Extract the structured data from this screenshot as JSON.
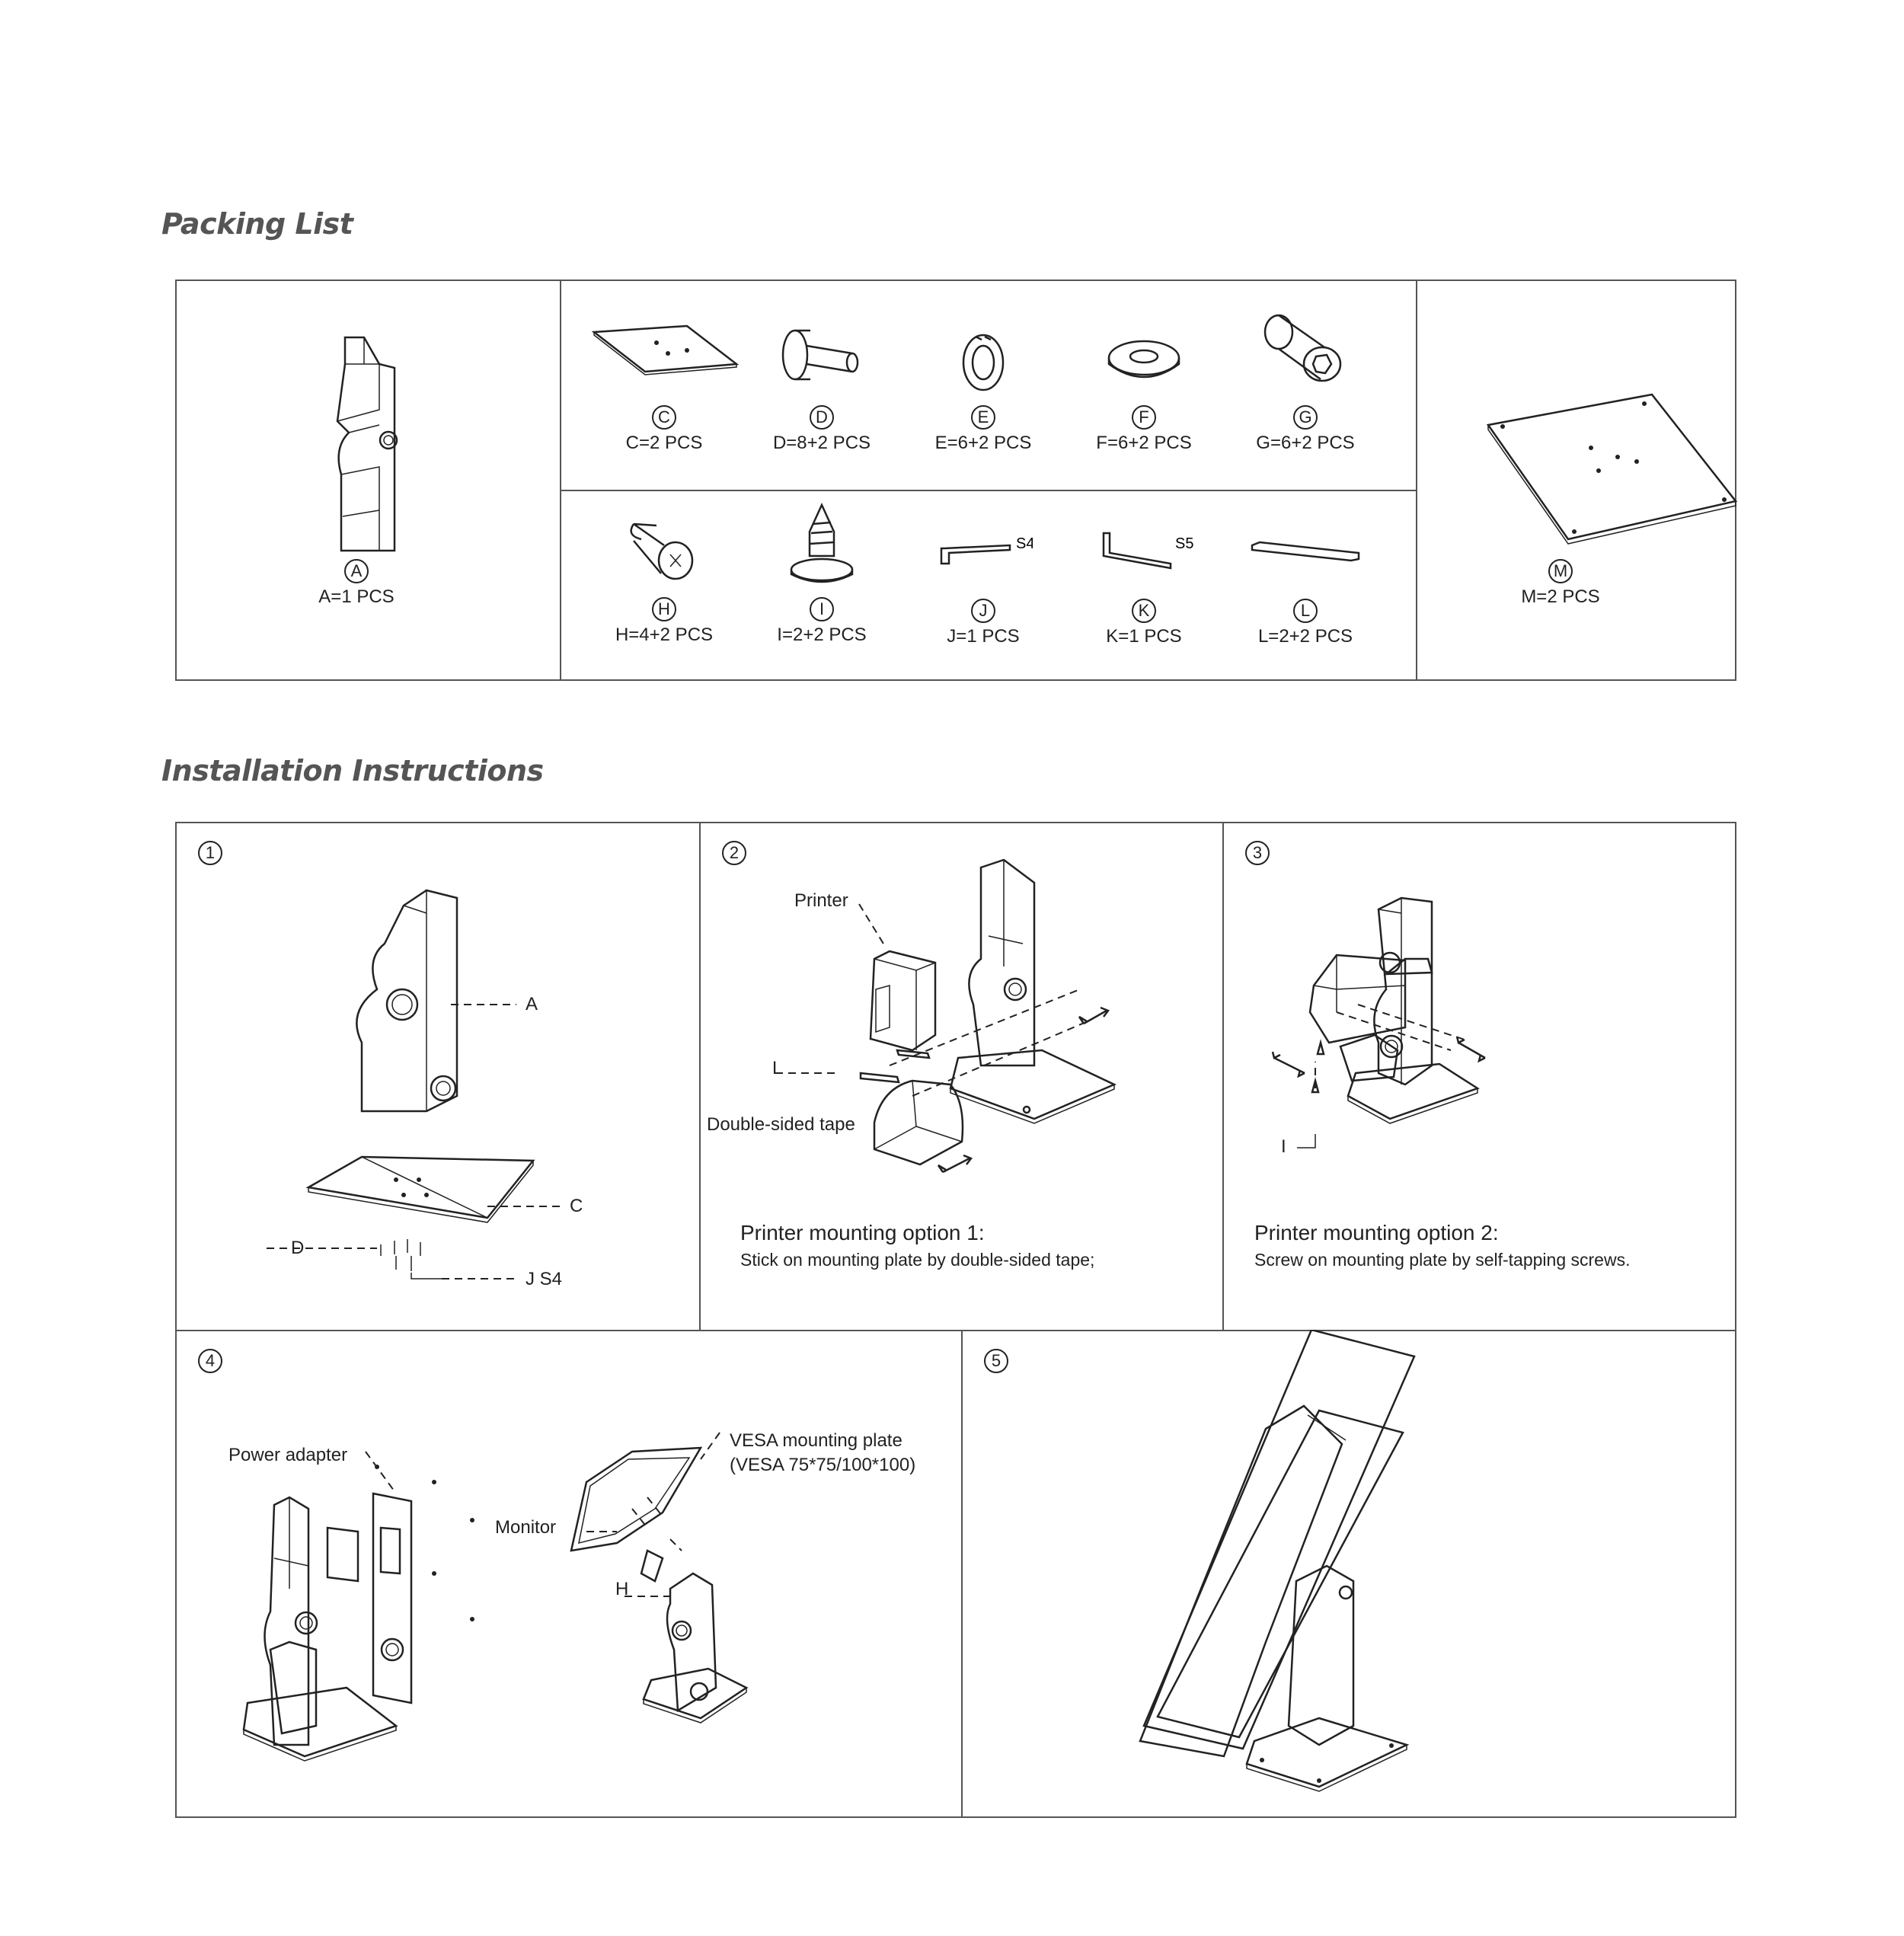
{
  "packing_list": {
    "title": "Packing List",
    "parts": {
      "A": {
        "letter": "A",
        "qty": "A=1 PCS"
      },
      "C": {
        "letter": "C",
        "qty": "C=2 PCS"
      },
      "D": {
        "letter": "D",
        "qty": "D=8+2 PCS"
      },
      "E": {
        "letter": "E",
        "qty": "E=6+2 PCS"
      },
      "F": {
        "letter": "F",
        "qty": "F=6+2 PCS"
      },
      "G": {
        "letter": "G",
        "qty": "G=6+2 PCS"
      },
      "H": {
        "letter": "H",
        "qty": "H=4+2 PCS"
      },
      "I": {
        "letter": "I",
        "qty": "I=2+2 PCS"
      },
      "J": {
        "letter": "J",
        "qty": "J=1 PCS",
        "tag": "S4"
      },
      "K": {
        "letter": "K",
        "qty": "K=1 PCS",
        "tag": "S5"
      },
      "L": {
        "letter": "L",
        "qty": "L=2+2 PCS"
      },
      "M": {
        "letter": "M",
        "qty": "M=2 PCS"
      }
    }
  },
  "installation": {
    "title": "Installation Instructions",
    "step1": {
      "number": "1",
      "label_a": "A",
      "label_c": "C",
      "label_d": "D",
      "label_j": "J S4"
    },
    "step2": {
      "number": "2",
      "label_printer": "Printer",
      "label_l": "L",
      "label_tape": "Double-sided tape",
      "option_title": "Printer mounting option 1:",
      "option_desc": "Stick on mounting plate by double-sided tape;"
    },
    "step3": {
      "number": "3",
      "label_i": "I",
      "option_title": "Printer mounting option 2:",
      "option_desc": "Screw on mounting plate by self-tapping screws."
    },
    "step4": {
      "number": "4",
      "label_power": "Power adapter",
      "label_monitor": "Monitor",
      "label_vesa_1": "VESA mounting plate",
      "label_vesa_2": "(VESA 75*75/100*100)",
      "label_h": "H"
    },
    "step5": {
      "number": "5"
    }
  }
}
